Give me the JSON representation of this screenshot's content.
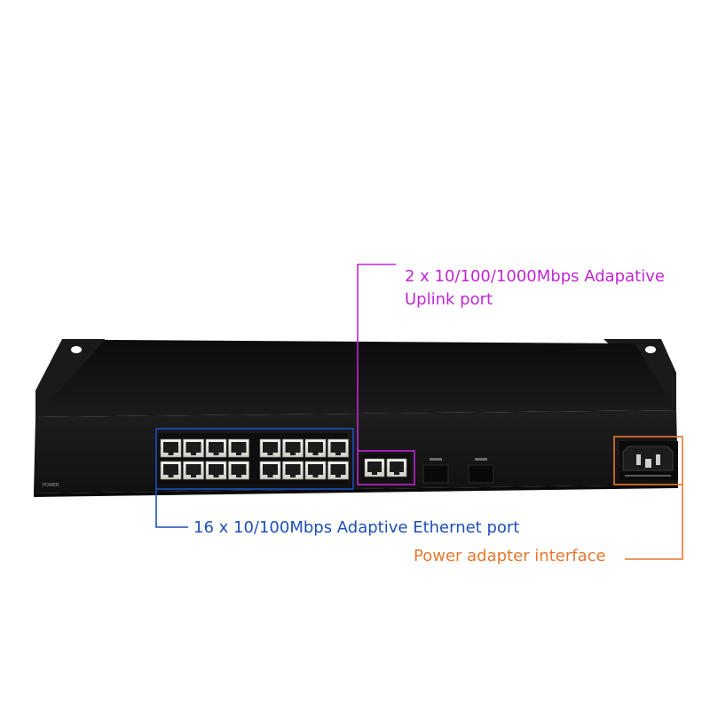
{
  "annotations": {
    "uplink": {
      "line1": "2 x 10/100/1000Mbps Adapative",
      "line2": "Uplink port",
      "color": "#c026d3"
    },
    "ethernet": {
      "text": "16 x 10/100Mbps Adaptive Ethernet port",
      "color": "#1d4fb8"
    },
    "power": {
      "text": "Power adapter interface",
      "color": "#e8772e"
    }
  },
  "device": {
    "ethernet_port_count": 16,
    "uplink_port_count": 2,
    "chassis_color": "#141414"
  }
}
